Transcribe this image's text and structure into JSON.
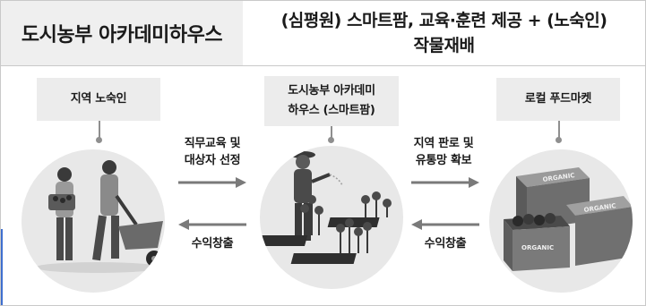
{
  "header": {
    "title_left": "도시농부 아카데미하우스",
    "title_right_line1": "(심평원) 스마트팜, 교육·훈련 제공 + (노숙인)",
    "title_right_line2": "작물재배"
  },
  "nodes": [
    {
      "label_line1": "지역 노숙인",
      "label_line2": "",
      "icon": "farmers-with-wheelbarrow-icon"
    },
    {
      "label_line1": "도시농부 아카데미",
      "label_line2": "하우스 (스마트팜)",
      "icon": "smart-farm-gardener-icon"
    },
    {
      "label_line1": "로컬 푸드마켓",
      "label_line2": "",
      "icon": "organic-produce-crates-icon"
    }
  ],
  "flows": {
    "left_top_line1": "직무교육 및",
    "left_top_line2": "대상자 선정",
    "left_bottom": "수익창출",
    "right_top_line1": "지역 판로 및",
    "right_top_line2": "유통망 확보",
    "right_bottom": "수익창출"
  },
  "crate_label": "ORGANIC",
  "colors": {
    "arrow": "#7a7a7a",
    "circle": "#e8e8e8",
    "label_box": "#ececec",
    "accent": "#3f6fcf"
  }
}
